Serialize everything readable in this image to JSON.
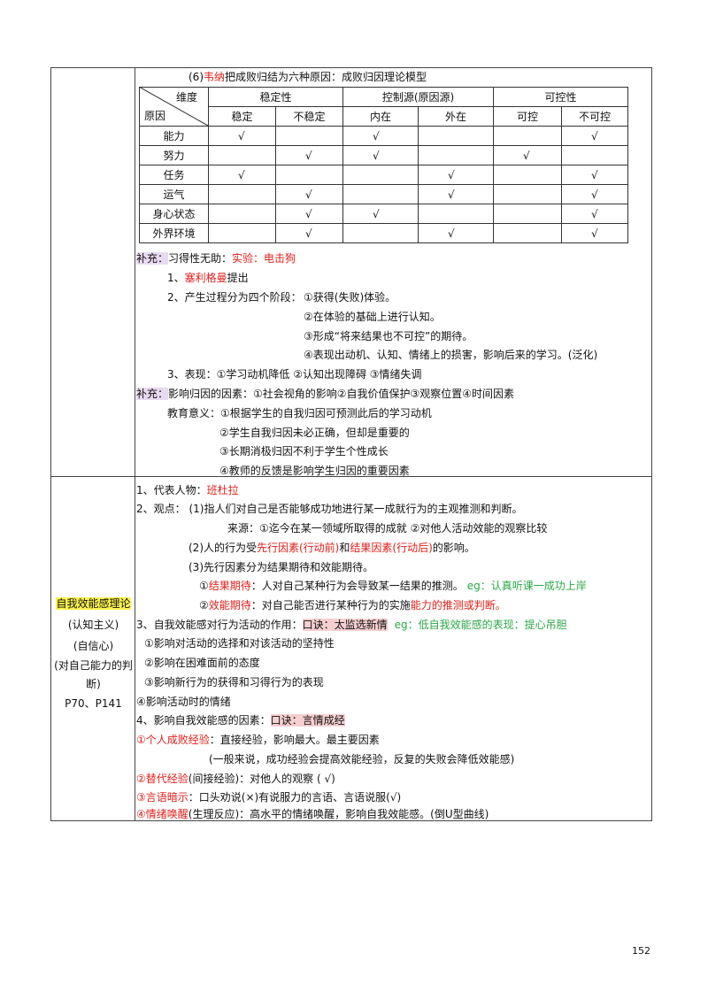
{
  "model_title": {
    "num": "(6)",
    "person": "韦纳",
    "rest": "把成败归结为六种原因：成败归因理论模型"
  },
  "table": {
    "corner_top": "维度",
    "corner_bottom": "原因",
    "groups": [
      "稳定性",
      "控制源(原因源)",
      "可控性"
    ],
    "subs": [
      "稳定",
      "不稳定",
      "内在",
      "外在",
      "可控",
      "不可控"
    ],
    "rows": [
      {
        "name": "能力",
        "cells": [
          "√",
          "",
          "√",
          "",
          "",
          "√"
        ]
      },
      {
        "name": "努力",
        "cells": [
          "",
          "√",
          "√",
          "",
          "√",
          ""
        ]
      },
      {
        "name": "任务",
        "cells": [
          "√",
          "",
          "",
          "√",
          "",
          "√"
        ]
      },
      {
        "name": "运气",
        "cells": [
          "",
          "√",
          "",
          "√",
          "",
          "√"
        ]
      },
      {
        "name": "身心状态",
        "cells": [
          "",
          "√",
          "√",
          "",
          "",
          "√"
        ]
      },
      {
        "name": "外界环境",
        "cells": [
          "",
          "√",
          "",
          "√",
          "",
          "√"
        ]
      }
    ]
  },
  "learned": {
    "tag": "补充：",
    "title": "习得性无助：",
    "exp": "实验：电击狗",
    "l1_pre": "1、",
    "l1_name": "塞利格曼",
    "l1_post": "提出",
    "l2": "2、产生过程分为四个阶段：",
    "s1": "①获得(失败)体验。",
    "s2": "②在体验的基础上进行认知。",
    "s3": "③形成“将来结果也不可控”的期待。",
    "s4": "④表现出动机、认知、情绪上的损害，影响后来的学习。(泛化)",
    "l3": "3、表现：①学习动机降低 ②认知出现障碍 ③情绪失调"
  },
  "factors": {
    "tag": "补充：",
    "text": "影响归因的因素：①社会视角的影响②自我价值保护③观察位置④时间因素",
    "edu1": "教育意义：①根据学生的自我归因可预测此后的学习动机",
    "edu2": "②学生自我归因未必正确，但却是重要的",
    "edu3": "③长期消极归因不利于学生个性成长",
    "edu4": "④教师的反馈是影响学生归因的重要因素"
  },
  "self_efficacy": {
    "left": [
      "自我效能感理论",
      "(认知主义)",
      "(自信心)",
      "(对自己能力的判",
      "断)",
      "P70、P141"
    ],
    "rep_pre": "1、代表人物：",
    "rep_name": "班杜拉",
    "v1": "2、观点：  (1)指人们对自己是否能够成功地进行某一成就行为的主观推测和判断。",
    "v2": "来源：①迄今在某一领域所取得的成就 ②对他人活动效能的观察比较",
    "v3_a": "(2)人的行为受",
    "v3_b": "先行因素(行动前)",
    "v3_c": "和",
    "v3_d": "结果因素(行动后)",
    "v3_e": "的影响。",
    "v4": "(3)先行因素分为结果期待和效能期待。",
    "o_pre": "①",
    "o_name": "结果期待",
    "o_text": "：人对自己某种行为会导致某一结果的推测。",
    "o_eg": "eg：认真听课一成功上岸",
    "e_pre": "②",
    "e_name": "效能期待",
    "e_text_a": "：对自己能否进行某种行为的实施",
    "e_text_b": "能力的推测或判断。",
    "f3_pre": "3、自我效能感对行为活动的作用：",
    "f3_tip": "口诀：太监选新情",
    "f3_eg": "eg：低自我效能感的表现：提心吊胆",
    "f3_1": "①影响对活动的选择和对该活动的坚持性",
    "f3_2": "②影响在困难面前的态度",
    "f3_3": "③影响新行为的获得和习得行为的表现",
    "f3_4": "④影响活动时的情绪",
    "f4_pre": "4、影响自我效能感的因素：",
    "f4_tip": "口诀：言情成经",
    "p1_name": "①个人成败经验",
    "p1_text": "：直接经验，影响最大。最主要因素",
    "p1_note": "(一般来说，成功经验会提高效能经验，反复的失败会降低效能感)",
    "p2_name": "②替代经验",
    "p2_text": "(间接经验)：对他人的观察 ( √)",
    "p3_name": "③言语暗示",
    "p3_text": "：口头劝说(×)有说服力的言语、言语说服(√)",
    "p4_name": "④情绪唤醒",
    "p4_text": "(生理反应)：高水平的情绪唤醒，影响自我效能感。(倒U型曲线)"
  },
  "page_number": "152"
}
